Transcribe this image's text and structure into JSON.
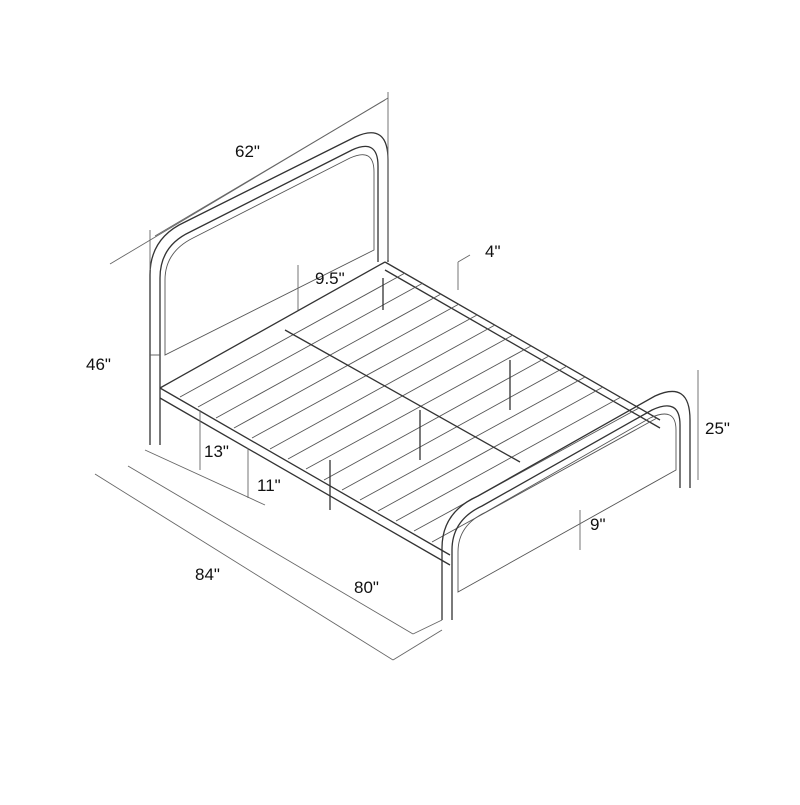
{
  "diagram": {
    "subject": "Metal bed frame with cane-pattern headboard and footboard",
    "dimensions": {
      "headboard_width": "62\"",
      "slat_spacing": "4\"",
      "headboard_gap_above_rails": "9.5\"",
      "headboard_height": "46\"",
      "rail_height_from_floor": "13\"",
      "underbed_clearance": "11\"",
      "footboard_height": "25\"",
      "footboard_ground_clearance": "9\"",
      "overall_length": "84\"",
      "inner_length": "80\""
    },
    "colors": {
      "line": "#333333",
      "background": "#ffffff"
    }
  }
}
